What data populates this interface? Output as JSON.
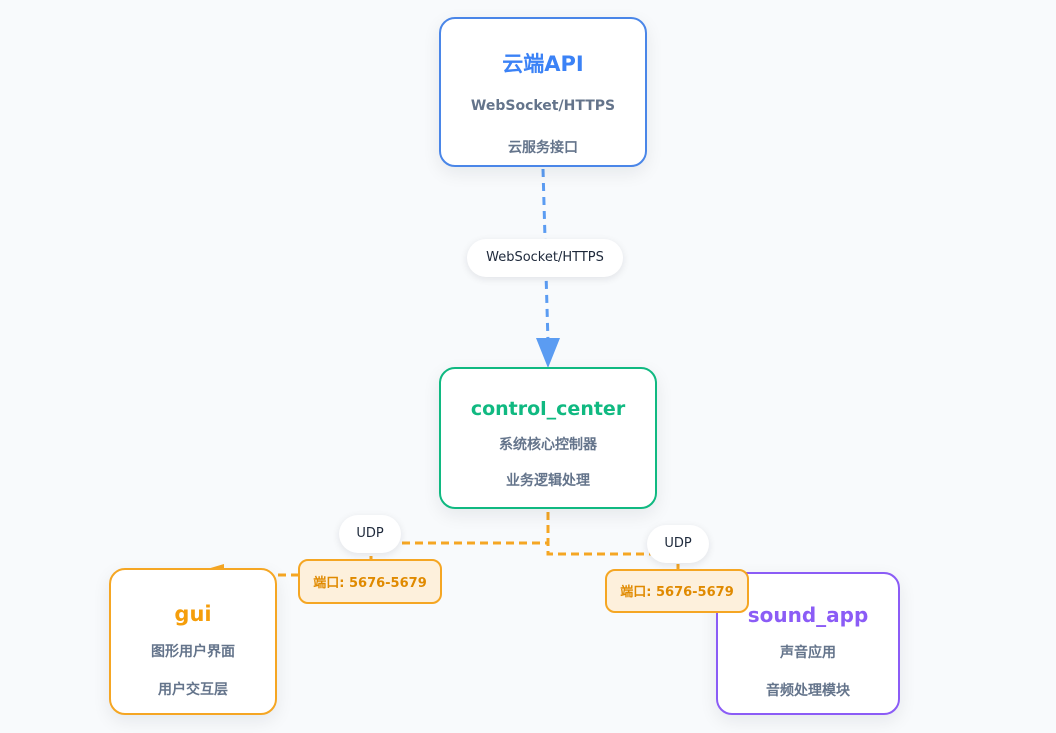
{
  "colors": {
    "cloud": "#3b82f6",
    "control_center": "#10b981",
    "gui": "#f59e0b",
    "sound_app": "#8b5cf6",
    "udp_link": "#f5a623",
    "ws_link": "#5b9cf2"
  },
  "nodes": {
    "cloud_api": {
      "title": "云端API",
      "line1": "WebSocket/HTTPS",
      "line2": "云服务接口"
    },
    "control_center": {
      "title": "control_center",
      "line1": "系统核心控制器",
      "line2": "业务逻辑处理"
    },
    "gui": {
      "title": "gui",
      "line1": "图形用户界面",
      "line2": "用户交互层"
    },
    "sound_app": {
      "title": "sound_app",
      "line1": "声音应用",
      "line2": "音频处理模块"
    }
  },
  "edges": {
    "ws": {
      "label": "WebSocket/HTTPS"
    },
    "udp_left": {
      "label": "UDP",
      "port": "端口: 5676-5679"
    },
    "udp_right": {
      "label": "UDP",
      "port": "端口: 5676-5679"
    }
  }
}
